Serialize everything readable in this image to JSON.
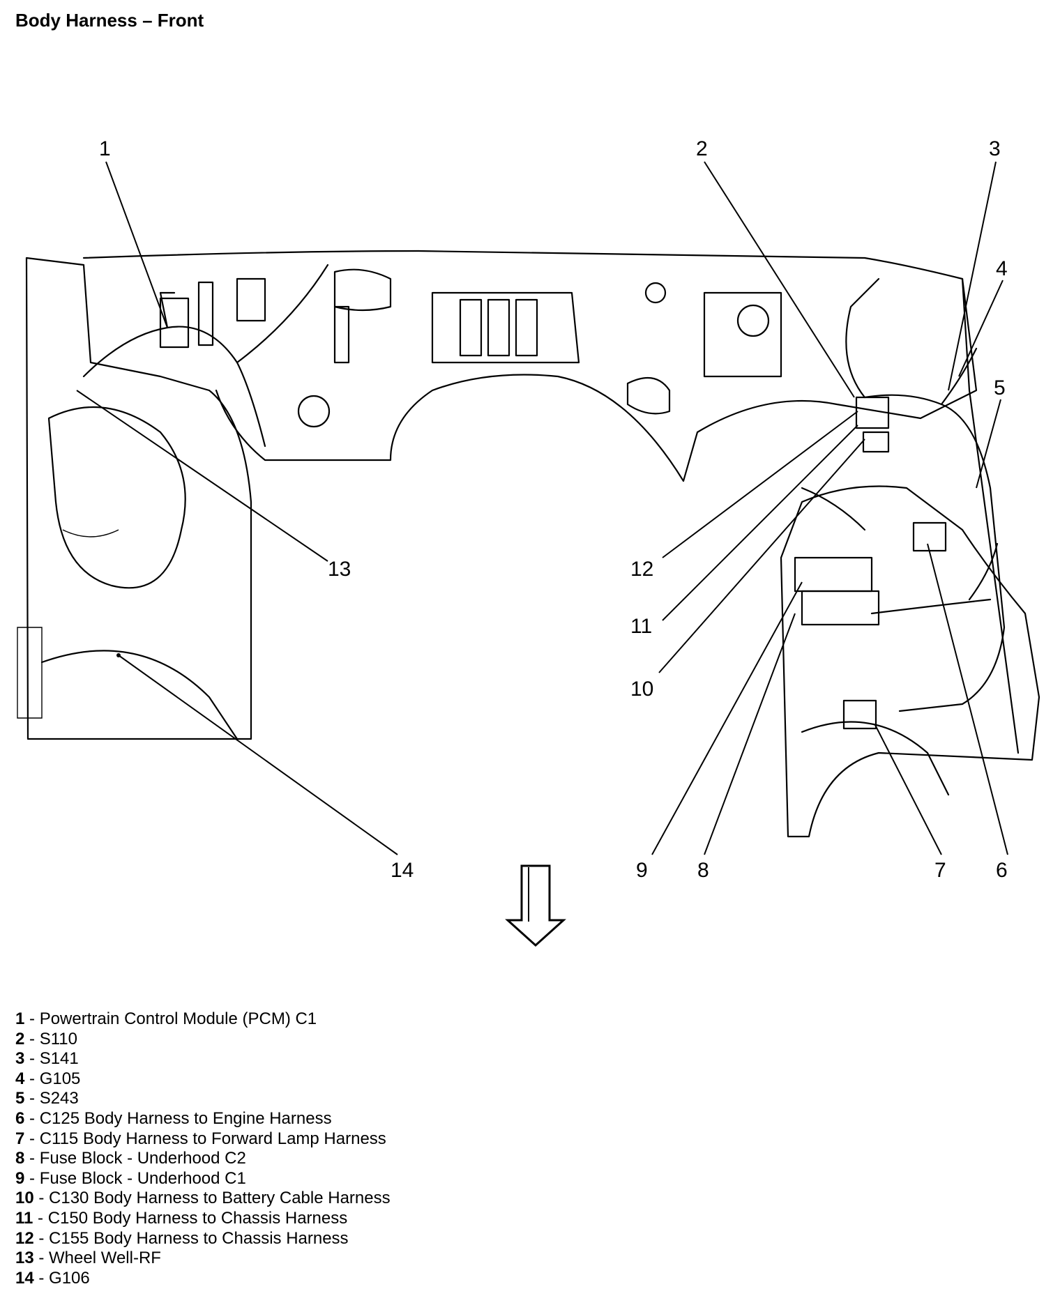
{
  "title": "Body Harness – Front",
  "callouts": [
    "1",
    "2",
    "3",
    "4",
    "5",
    "6",
    "7",
    "8",
    "9",
    "10",
    "11",
    "12",
    "13",
    "14"
  ],
  "legend": [
    {
      "num": "1",
      "text": " - Powertrain Control Module (PCM) C1"
    },
    {
      "num": "2",
      "text": " - S110"
    },
    {
      "num": "3",
      "text": " - S141"
    },
    {
      "num": "4",
      "text": " - G105"
    },
    {
      "num": "5",
      "text": " - S243"
    },
    {
      "num": "6",
      "text": " - C125 Body Harness to Engine Harness"
    },
    {
      "num": "7",
      "text": " - C115 Body Harness to Forward Lamp Harness"
    },
    {
      "num": "8",
      "text": " - Fuse Block - Underhood C2"
    },
    {
      "num": "9",
      "text": " - Fuse Block - Underhood C1"
    },
    {
      "num": "10",
      "text": " - C130 Body Harness to Battery Cable Harness"
    },
    {
      "num": "11",
      "text": " - C150 Body Harness to Chassis Harness"
    },
    {
      "num": "12",
      "text": " - C155 Body Harness to Chassis Harness"
    },
    {
      "num": "13",
      "text": " - Wheel Well-RF"
    },
    {
      "num": "14",
      "text": " - G106"
    }
  ]
}
